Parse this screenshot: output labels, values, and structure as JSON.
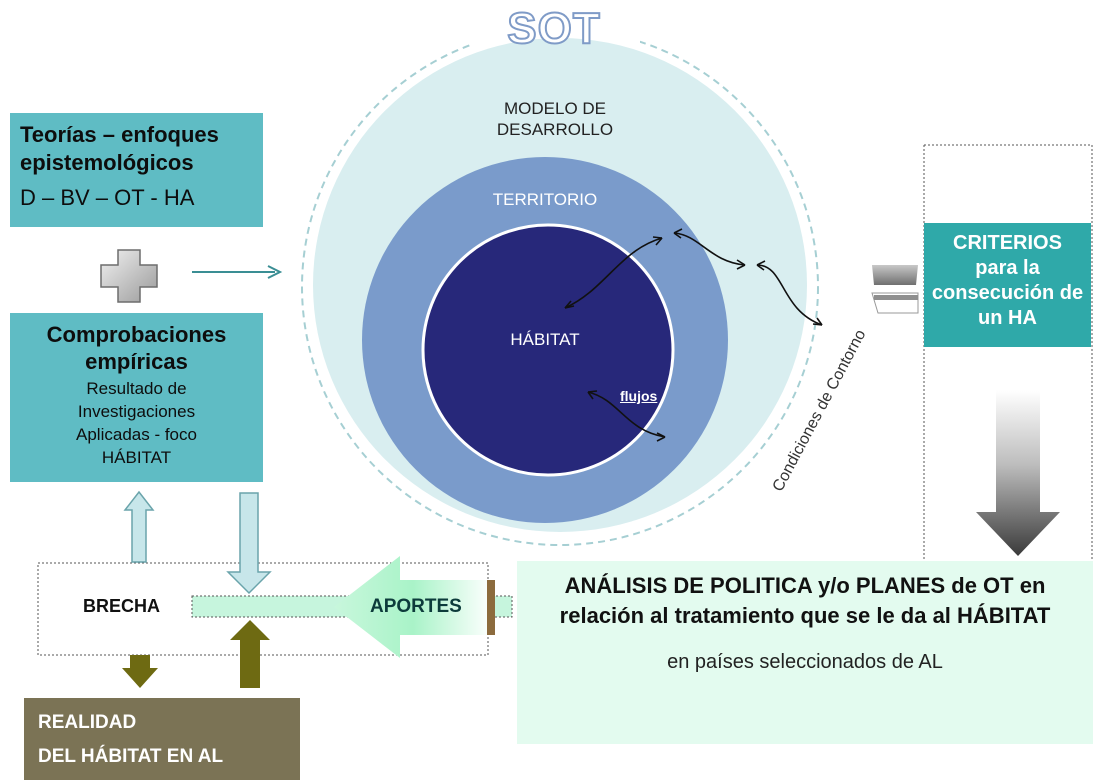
{
  "title": "SOT",
  "circles": {
    "outer": "MODELO DE DESARROLLO",
    "middle": "TERRITORIO",
    "inner": "HÁBITAT",
    "flows": "flujos"
  },
  "contour_label": "Condiciones de Contorno",
  "teorias": {
    "title": "Teorías – enfoques epistemológicos",
    "subtitle": "D – BV – OT - HA"
  },
  "comprobaciones": {
    "title": "Comprobaciones empíricas",
    "body": "Resultado de Investigaciones Aplicadas  - foco HÁBITAT"
  },
  "criterios": "CRITERIOS para la consecución de un HA",
  "brecha": "BRECHA",
  "aportes": "APORTES",
  "analisis": {
    "title": "ANÁLISIS DE POLITICA y/o PLANES de OT en relación al tratamiento que se le da al HÁBITAT",
    "subtitle": "en países seleccionados de AL"
  },
  "realidad": {
    "line1": "REALIDAD",
    "line2": "DEL HÁBITAT  EN  AL"
  },
  "colors": {
    "outer_circle": "#d9eef0",
    "middle_circle": "#7a9bcb",
    "inner_circle": "#27287a",
    "teal_box": "#5fbcc4",
    "criterios_box": "#2fa9a9",
    "analisis_box": "#e3fbef",
    "realidad_box": "#7b7355",
    "olive_arrow": "#6e6a12"
  },
  "icons": [
    "plus-icon",
    "double-arrow-icon",
    "down-gradient-arrow-icon",
    "tab-icon"
  ]
}
